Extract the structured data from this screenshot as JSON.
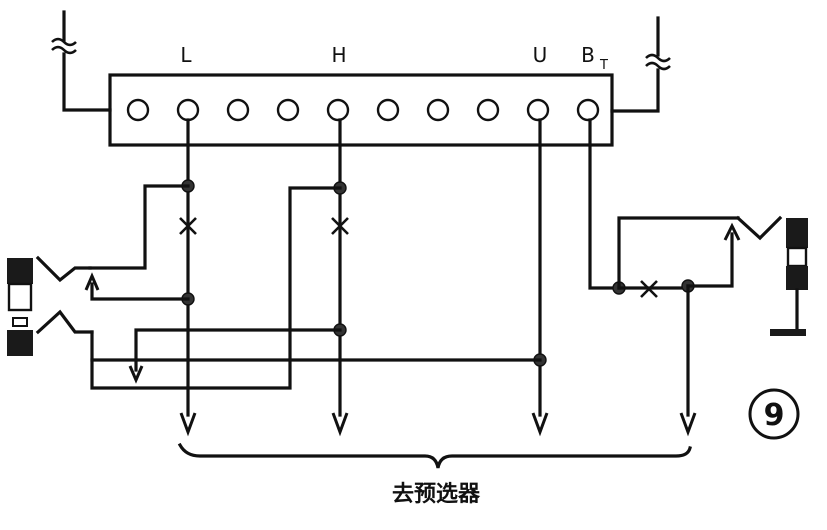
{
  "terminal_labels": {
    "L": "L",
    "H": "H",
    "U": "U",
    "B": "B",
    "T": "T"
  },
  "figure_number": "9",
  "destination_label": "去预选器",
  "terminal_count": 10
}
